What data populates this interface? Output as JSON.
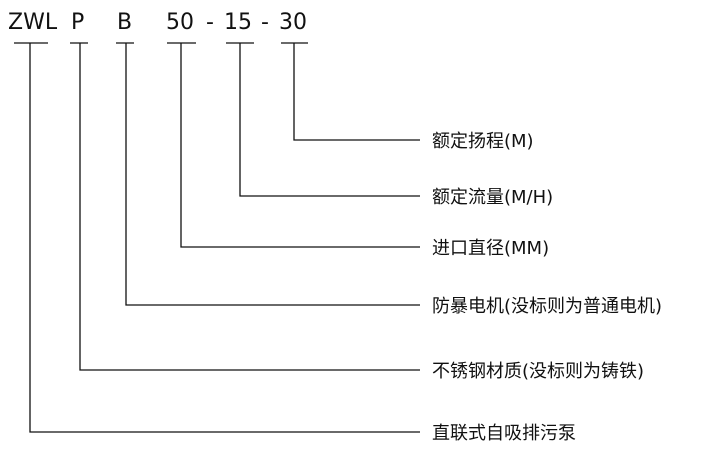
{
  "code": {
    "zwl": "ZWL",
    "p": "P",
    "b": "B",
    "diameter": "50",
    "dash1": "-",
    "flow": "15",
    "dash2": "-",
    "head": "30"
  },
  "descriptions": {
    "head": "额定扬程(M)",
    "flow": "额定流量(M/H)",
    "diameter": "进口直径(MM)",
    "explosion_proof": "防暴电机(没标则为普通电机)",
    "material": "不锈钢材质(没标则为铸铁)",
    "pump_type": "直联式自吸排污泵"
  }
}
